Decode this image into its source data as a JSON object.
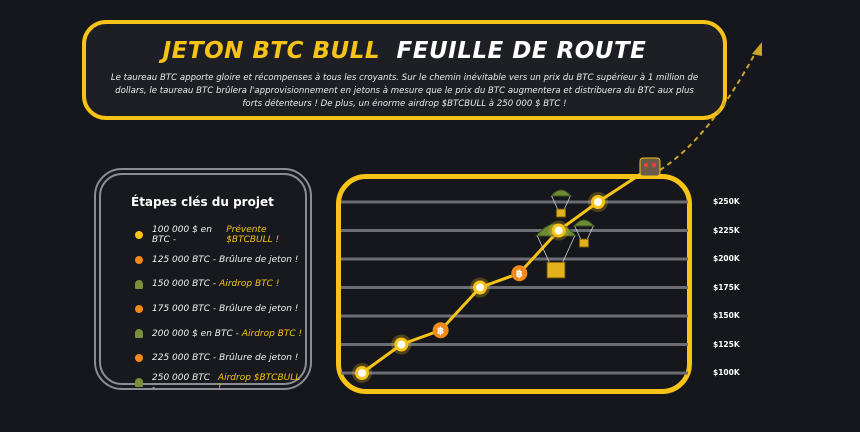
{
  "header": {
    "title_yellow": "JETON BTC BULL",
    "title_white": "FEUILLE DE ROUTE",
    "description": "Le taureau BTC apporte gloire et récompenses à tous les croyants. Sur le chemin inévitable vers un prix du BTC supérieur à 1 million de dollars, le taureau BTC brûlera l'approvisionnement en jetons à mesure que le prix du BTC augmentera et distribuera du BTC aux plus forts détenteurs ! De plus, un énorme airdrop $BTCBULL à 250 000 $ BTC !"
  },
  "steps": {
    "title": "Étapes clés du projet",
    "items": [
      {
        "price": "100 000 $ en BTC -",
        "event": "Prévente $BTCBULL !",
        "icon": "yellow-dot-icon",
        "highlight": true
      },
      {
        "price": "125 000 BTC -",
        "event": "Brûlure de jeton !",
        "icon": "fire-dot-icon",
        "highlight": false
      },
      {
        "price": "150 000 BTC -",
        "event": "Airdrop BTC !",
        "icon": "parachute-icon",
        "highlight": true
      },
      {
        "price": "175 000 BTC -",
        "event": "Brûlure de jeton !",
        "icon": "fire-dot-icon",
        "highlight": false
      },
      {
        "price": "200 000 $ en BTC -",
        "event": "Airdrop BTC !",
        "icon": "parachute-icon",
        "highlight": true
      },
      {
        "price": "225 000 BTC -",
        "event": "Brûlure de jeton !",
        "icon": "fire-dot-icon",
        "highlight": false
      },
      {
        "price": "250 000 BTC -",
        "event": "Airdrop $BTCBULL !",
        "icon": "parachute-icon",
        "highlight": true
      }
    ]
  },
  "chart_data": {
    "type": "line",
    "y_ticks": [
      "$250K",
      "$225K",
      "$200K",
      "$175K",
      "$150K",
      "$125K",
      "$100K"
    ],
    "ylim": [
      100000,
      250000
    ],
    "points": [
      {
        "y": 100000,
        "marker": "ring"
      },
      {
        "y": 125000,
        "marker": "ring"
      },
      {
        "y": 137500,
        "marker": "bitcoin"
      },
      {
        "y": 175000,
        "marker": "ring"
      },
      {
        "y": 187500,
        "marker": "bitcoin"
      },
      {
        "y": 225000,
        "marker": "ring"
      },
      {
        "y": 250000,
        "marker": "ring"
      }
    ],
    "colors": {
      "line": "#f7c317",
      "bitcoin": "#f28a1a",
      "grid": "#6b6e75"
    }
  }
}
